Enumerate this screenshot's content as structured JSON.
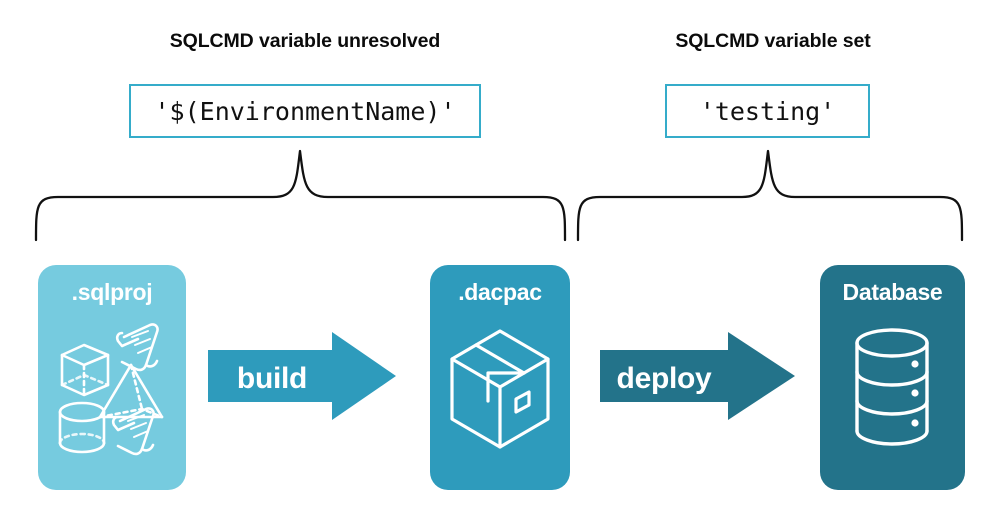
{
  "diagram": {
    "title_left": "SQLCMD variable unresolved",
    "title_right": "SQLCMD variable set",
    "code_left": "'$(EnvironmentName)'",
    "code_right": "'testing'",
    "colors": {
      "sqlproj_fill": "#76cbdf",
      "dacpac_fill": "#2e9bbc",
      "database_fill": "#23738a",
      "build_arrow": "#2e9bbc",
      "deploy_arrow": "#23738a",
      "code_border": "#35acca",
      "brace_stroke": "#111111",
      "icon_stroke": "#ffffff",
      "heading_text": "#0b0b0b"
    },
    "stages": [
      {
        "id": "sqlproj",
        "label": ".sqlproj",
        "icons": [
          "cube-icon",
          "scroll-icon",
          "pyramid-icon",
          "cylinder-icon",
          "scroll-icon"
        ]
      },
      {
        "id": "dacpac",
        "label": ".dacpac",
        "icons": [
          "package-box-icon"
        ]
      },
      {
        "id": "database",
        "label": "Database",
        "icons": [
          "database-cylinder-icon"
        ]
      }
    ],
    "arrows": [
      {
        "id": "build",
        "label": "build"
      },
      {
        "id": "deploy",
        "label": "deploy"
      }
    ],
    "braces": [
      {
        "id": "brace-left",
        "spans": "sqlproj-to-dacpac"
      },
      {
        "id": "brace-right",
        "spans": "dacpac-to-database"
      }
    ]
  }
}
